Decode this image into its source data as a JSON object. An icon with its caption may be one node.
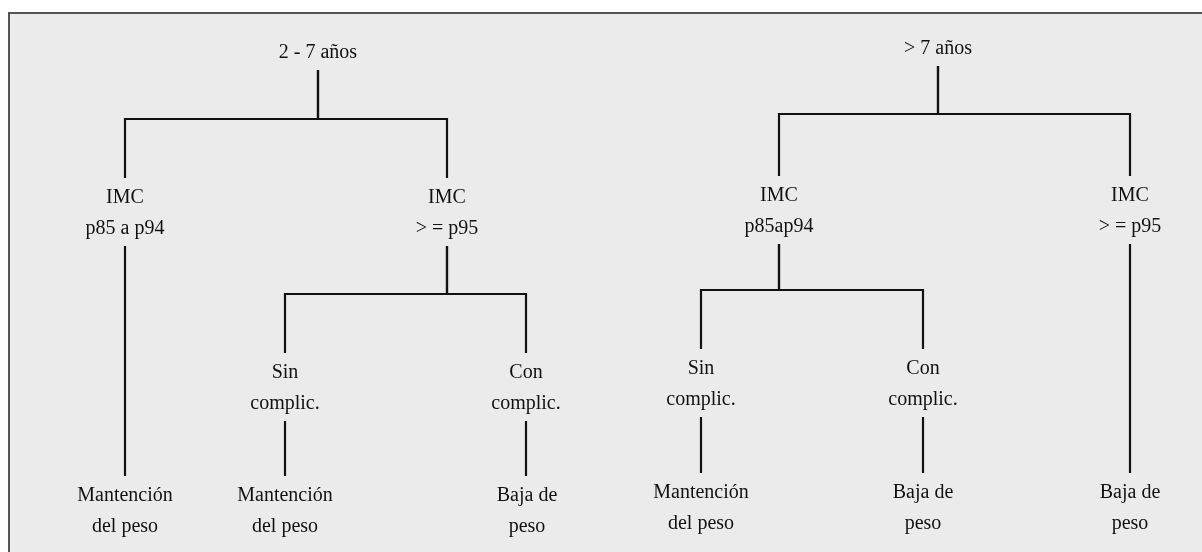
{
  "diagram": {
    "nodes": [
      {
        "text": [
          "2 - 7 años"
        ]
      },
      {
        "text": [
          "IMC",
          "p85 a p94"
        ]
      },
      {
        "text": [
          "IMC",
          "> = p95"
        ]
      },
      {
        "text": [
          "Sin complic."
        ]
      },
      {
        "text": [
          "Con complic."
        ]
      },
      {
        "text": [
          "Mantención del peso"
        ]
      },
      {
        "text": [
          "Mantención del peso"
        ]
      },
      {
        "text": [
          "Baja de peso"
        ]
      },
      {
        "text": [
          "> 7 años"
        ]
      },
      {
        "text": [
          "IMC",
          "p85ap94"
        ]
      },
      {
        "text": [
          "IMC",
          "> = p95"
        ]
      },
      {
        "text": [
          "Sin complic."
        ]
      },
      {
        "text": [
          "Con complic."
        ]
      },
      {
        "text": [
          "Mantención del peso"
        ]
      },
      {
        "text": [
          "Baja de peso"
        ]
      },
      {
        "text": [
          "Baja de peso"
        ]
      }
    ],
    "edges": [
      {
        "from": 0,
        "to": 1,
        "arrow": "none"
      },
      {
        "from": 0,
        "to": 2,
        "arrow": "none"
      },
      {
        "from": 1,
        "to": 5,
        "arrow": "none"
      },
      {
        "from": 2,
        "to": 3,
        "arrow": "none"
      },
      {
        "from": 2,
        "to": 4,
        "arrow": "none"
      },
      {
        "from": 3,
        "to": 6,
        "arrow": "none"
      },
      {
        "from": 4,
        "to": 7,
        "arrow": "none"
      },
      {
        "from": 8,
        "to": 9,
        "arrow": "none"
      },
      {
        "from": 8,
        "to": 10,
        "arrow": "none"
      },
      {
        "from": 9,
        "to": 11,
        "arrow": "none"
      },
      {
        "from": 9,
        "to": 12,
        "arrow": "none"
      },
      {
        "from": 11,
        "to": 13,
        "arrow": "none"
      },
      {
        "from": 12,
        "to": 14,
        "arrow": "none"
      },
      {
        "from": 10,
        "to": 15,
        "arrow": "none"
      }
    ]
  }
}
